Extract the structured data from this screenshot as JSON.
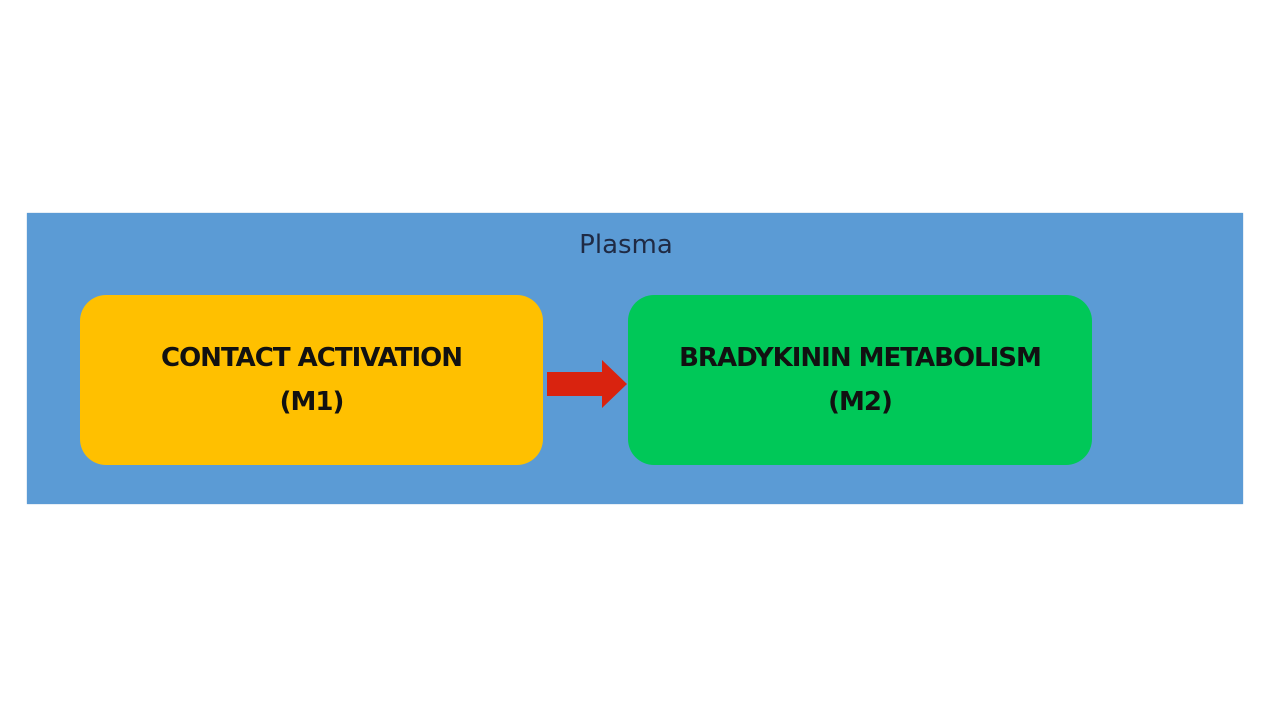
{
  "diagram": {
    "container": {
      "label": "Plasma",
      "color": "#5b9bd5"
    },
    "nodes": [
      {
        "id": "M1",
        "title": "CONTACT ACTIVATION",
        "code": "(M1)",
        "color": "#ffc000"
      },
      {
        "id": "M2",
        "title": "BRADYKININ METABOLISM",
        "code": "(M2)",
        "color": "#00c858"
      }
    ],
    "edges": [
      {
        "from": "M1",
        "to": "M2",
        "color": "#d9230f"
      }
    ]
  }
}
